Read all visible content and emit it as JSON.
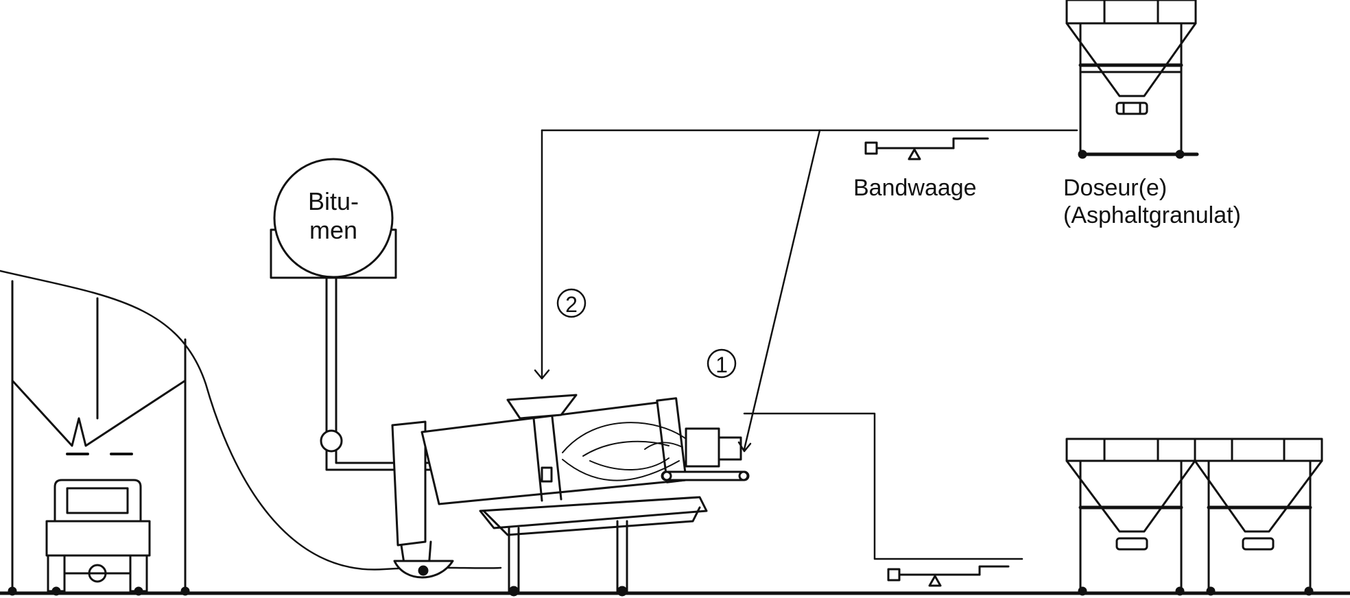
{
  "labels": {
    "bitumen_line1": "Bitu-",
    "bitumen_line2": "men",
    "bandwaage": "Bandwaage",
    "doseur_line1": "Doseur(e)",
    "doseur_line2": "(Asphaltgranulat)",
    "marker_1": "1",
    "marker_2": "2"
  },
  "colors": {
    "ink": "#111111",
    "paper": "#ffffff"
  }
}
